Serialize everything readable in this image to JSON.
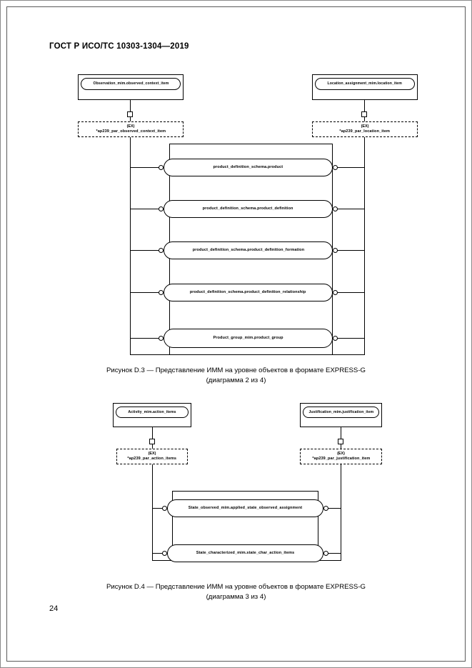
{
  "document": {
    "header": "ГОСТ Р ИСО/ТС 10303-1304—2019",
    "page_number": "24"
  },
  "figure_d3": {
    "caption_line1": "Рисунок D.3 — Представление ИММ на уровне объектов в формате EXPRESS-G",
    "caption_line2": "(диаграмма 2 из 4)",
    "top_left_node": "Observation_mim.observed_context_item",
    "top_right_node": "Location_assignment_mim.location_item",
    "left_ex_tag": "(EX)",
    "left_ex_node": "*ap239_par_observed_context_item",
    "right_ex_tag": "(EX)",
    "right_ex_node": "*ap239_par_location_item",
    "entities": [
      "product_definition_schema.product",
      "product_definition_schema.product_definition",
      "product_definition_schema.product_definition_formation",
      "product_definition_schema.product_definition_relationship",
      "Product_group_mim.product_group"
    ]
  },
  "figure_d4": {
    "caption_line1": "Рисунок D.4 — Представление ИММ на уровне объектов в формате EXPRESS-G",
    "caption_line2": "(диаграмма 3 из 4)",
    "top_left_node": "Activity_mim.action_items",
    "top_right_node": "Justification_mim.justification_item",
    "left_ex_tag": "(EX)",
    "left_ex_node": "*ap239_par_action_items",
    "right_ex_tag": "(EX)",
    "right_ex_node": "*ap239_par_justification_item",
    "entities": [
      "State_observed_mim.applied_state_observed_assignment",
      "State_characterized_mim.state_char_action_items"
    ]
  }
}
